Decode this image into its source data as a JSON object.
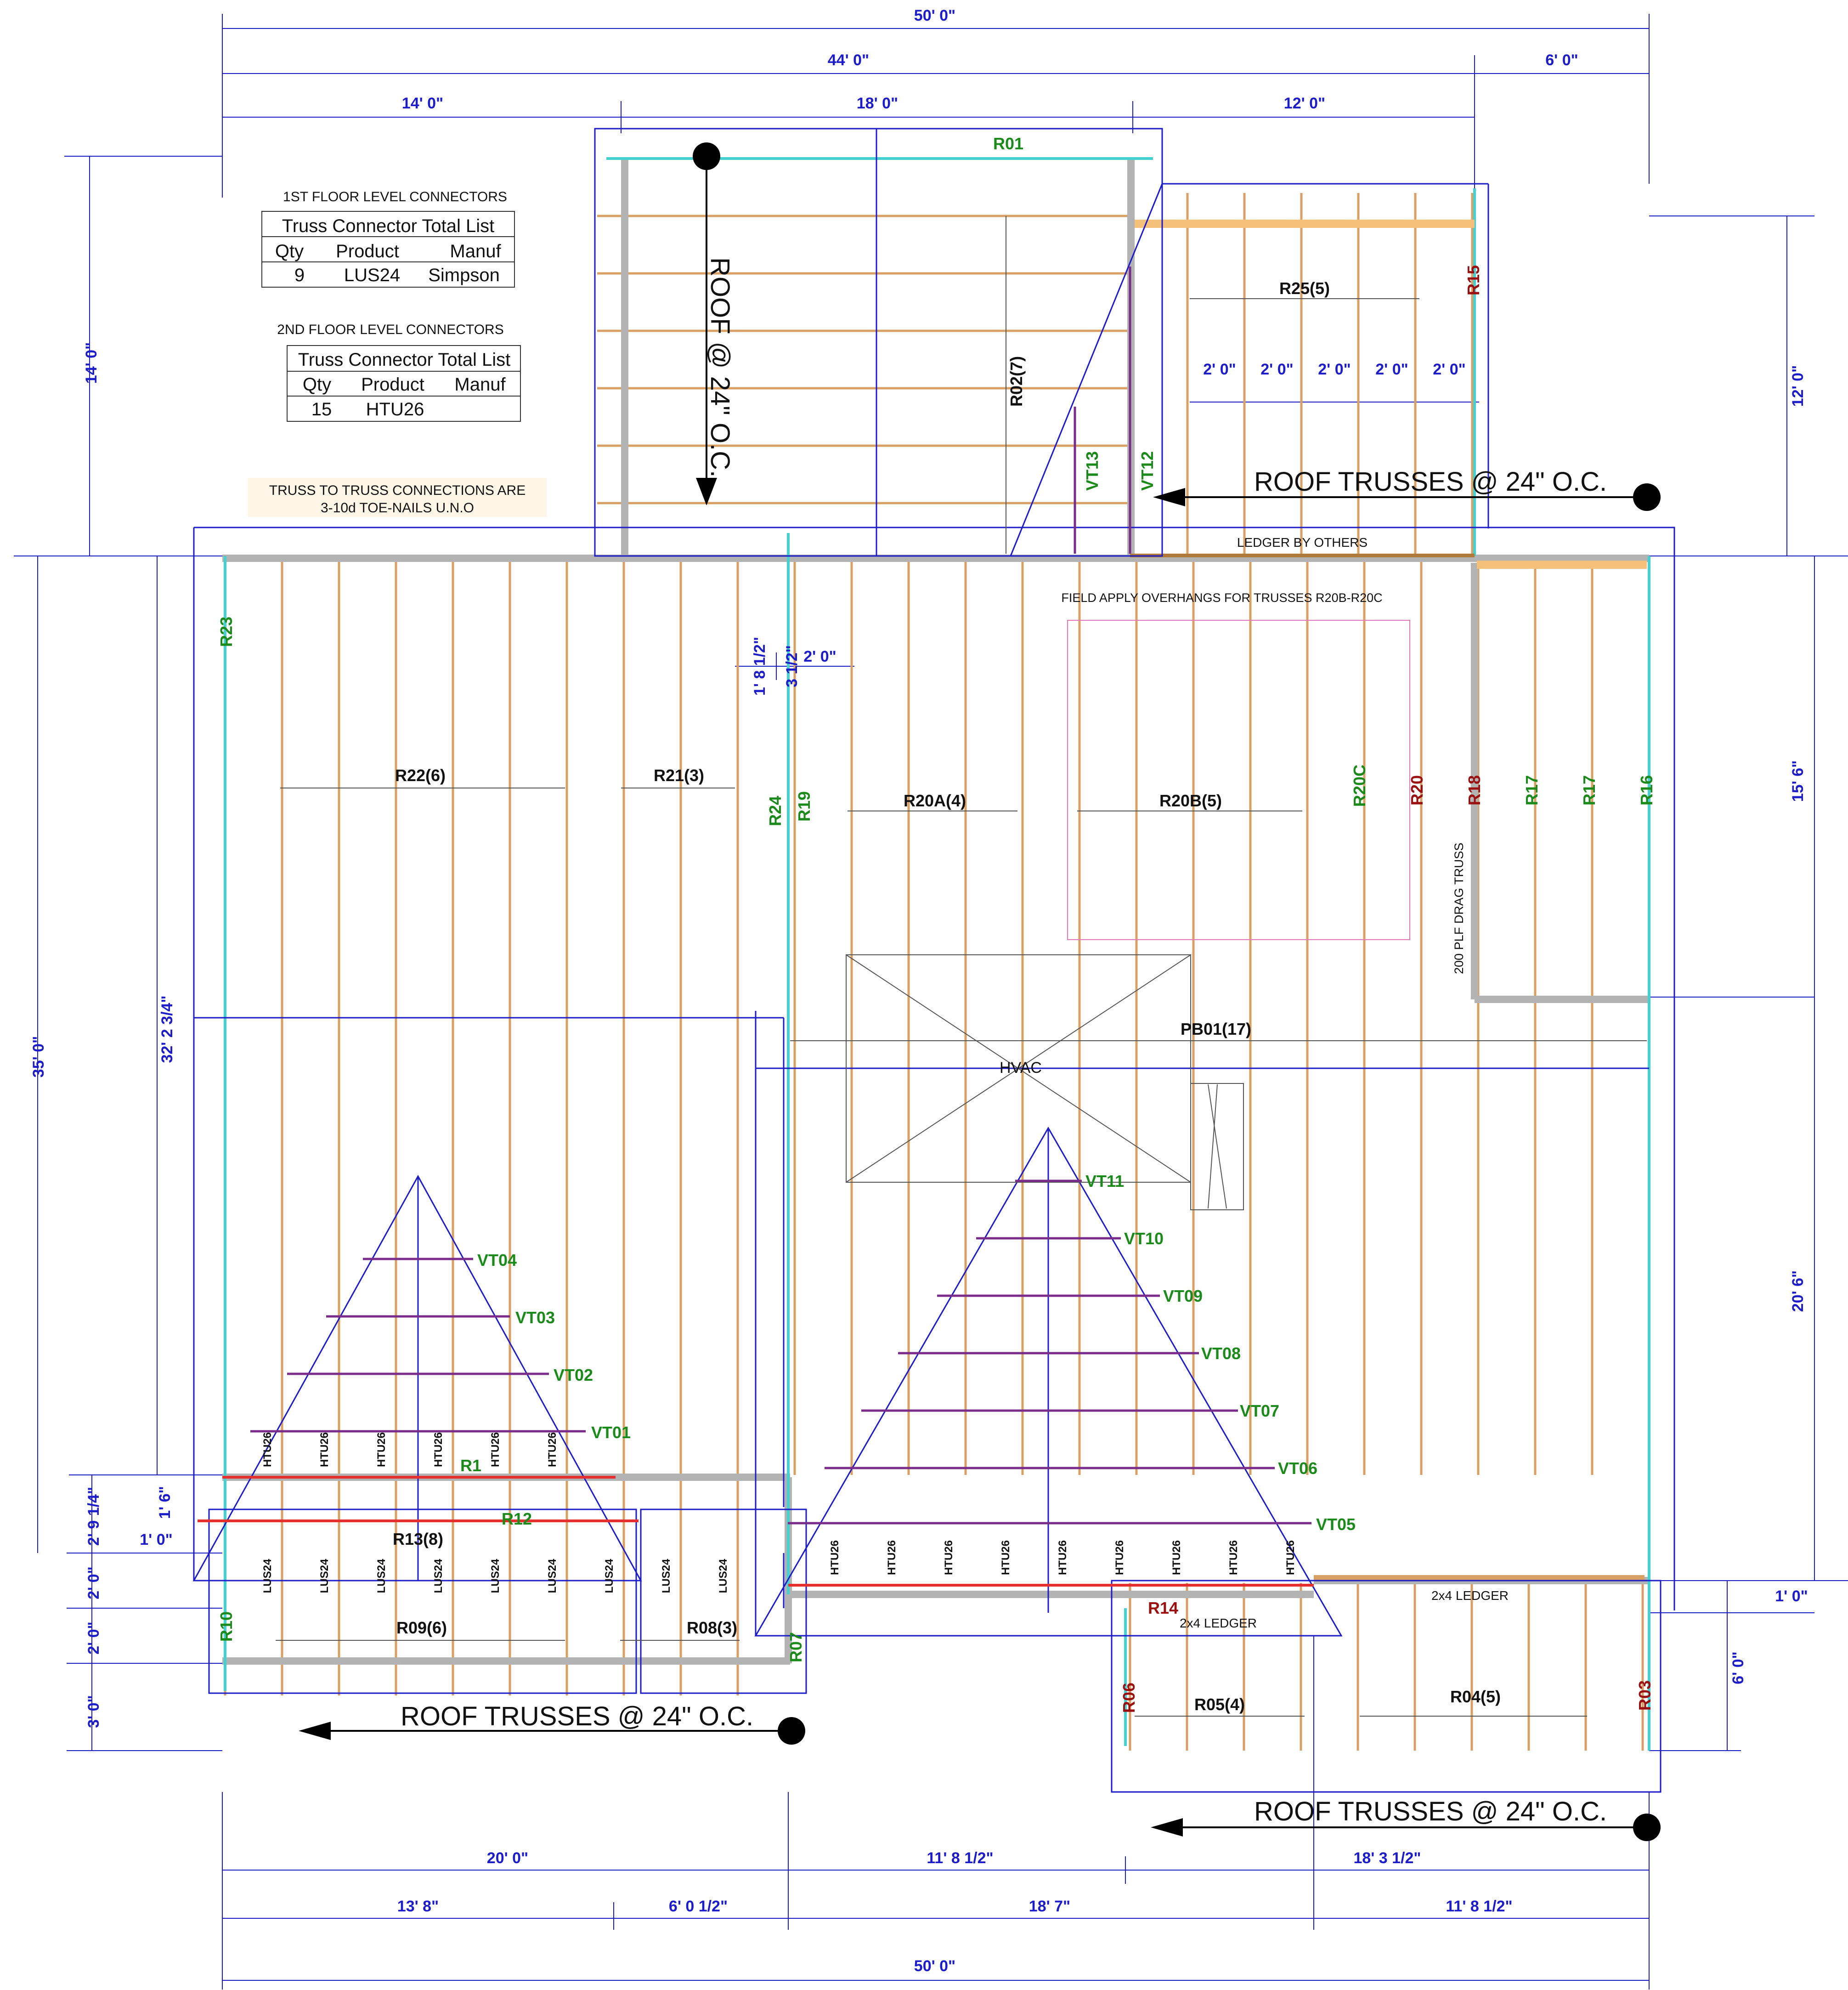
{
  "dimensions": {
    "overall_top": "50' 0\"",
    "top_44": "44' 0\"",
    "top_6": "6' 0\"",
    "top_14": "14' 0\"",
    "top_18": "18' 0\"",
    "top_12": "12' 0\"",
    "left_14": "14' 0\"",
    "left_35": "35' 0\"",
    "left_32": "32' 2 3/4\"",
    "left_2_9": "2' 9 1/4\"",
    "left_1_6": "1' 6\"",
    "left_1_0": "1' 0\"",
    "left_2_0a": "2' 0\"",
    "left_2_0b": "2' 0\"",
    "left_3_0": "3' 0\"",
    "right_12": "12' 0\"",
    "right_15_6": "15' 6\"",
    "right_20_6": "20' 6\"",
    "right_1_0": "1' 0\"",
    "right_6_0": "6' 0\"",
    "bottom_20": "20' 0\"",
    "bottom_11_8a": "11' 8 1/2\"",
    "bottom_18_3": "18' 3 1/2\"",
    "bottom_13_8": "13' 8\"",
    "bottom_6_0": "6' 0 1/2\"",
    "bottom_18_7": "18' 7\"",
    "bottom_11_8b": "11' 8 1/2\"",
    "overall_bottom": "50' 0\"",
    "spacing_2_0": [
      "2' 0\"",
      "2' 0\"",
      "2' 0\"",
      "2' 0\"",
      "2' 0\""
    ],
    "inner_1_8": "1' 8 1/2\"",
    "inner_3_5": "3 1/2\"",
    "inner_2_0": "2' 0\""
  },
  "tables": {
    "first_floor": {
      "heading": "1ST FLOOR LEVEL CONNECTORS",
      "title": "Truss Connector Total List",
      "headers": [
        "Qty",
        "Product",
        "Manuf"
      ],
      "row": [
        "9",
        "LUS24",
        "Simpson"
      ]
    },
    "second_floor": {
      "heading": "2ND FLOOR LEVEL CONNECTORS",
      "title": "Truss Connector Total List",
      "headers": [
        "Qty",
        "Product",
        "Manuf"
      ],
      "row": [
        "15",
        "HTU26",
        ""
      ]
    }
  },
  "notes": {
    "toe_nails_1": "TRUSS TO TRUSS CONNECTIONS ARE",
    "toe_nails_2": "3-10d TOE-NAILS U.N.O",
    "roof_vertical": "ROOF @ 24\" O.C.",
    "roof_trusses": "ROOF TRUSSES @ 24\" O.C.",
    "ledger_by_others": "LEDGER BY OTHERS",
    "field_apply": "FIELD APPLY OVERHANGS FOR TRUSSES R20B-R20C",
    "drag_truss": "200 PLF DRAG TRUSS",
    "hvac": "HVAC",
    "ledger_2x4": "2x4 LEDGER"
  },
  "truss_labels": {
    "R01": "R01",
    "R02": "R02(7)",
    "R25": "R25(5)",
    "R15": "R15",
    "VT13": "VT13",
    "VT12": "VT12",
    "R23": "R23",
    "R22": "R22(6)",
    "R21": "R21(3)",
    "R24": "R24",
    "R19": "R19",
    "R20A": "R20A(4)",
    "R20B": "R20B(5)",
    "R20C": "R20C",
    "R20": "R20",
    "R18": "R18",
    "R17a": "R17",
    "R17b": "R17",
    "R16": "R16",
    "PB01": "PB01(17)",
    "VT11": "VT11",
    "VT10": "VT10",
    "VT09": "VT09",
    "VT08": "VT08",
    "VT07": "VT07",
    "VT06": "VT06",
    "VT05": "VT05",
    "VT04": "VT04",
    "VT03": "VT03",
    "VT02": "VT02",
    "VT01": "VT01",
    "R1": "R1",
    "R12": "R12",
    "R13": "R13(8)",
    "R10": "R10",
    "R09": "R09(6)",
    "R08": "R08(3)",
    "R07": "R07",
    "R14": "R14",
    "R06": "R06",
    "R05": "R05(4)",
    "R04": "R04(5)",
    "R03": "R03"
  },
  "connectors": {
    "htu_left": [
      "HTU26",
      "HTU26",
      "HTU26",
      "HTU26",
      "HTU26",
      "HTU26"
    ],
    "lus_left": [
      "LUS24",
      "LUS24",
      "LUS24",
      "LUS24",
      "LUS24",
      "LUS24",
      "LUS24",
      "LUS24",
      "LUS24"
    ],
    "htu_right": [
      "HTU26",
      "HTU26",
      "HTU26",
      "HTU26",
      "HTU26",
      "HTU26",
      "HTU26",
      "HTU26",
      "HTU26"
    ]
  },
  "colors": {
    "dimension": "#1c1cc8",
    "wall": "#b3b3b3",
    "truss": "#d9a066",
    "plate": "#44d1d1",
    "valley": "#7a2c8a",
    "girder": "#e63030",
    "label_green": "#1b8a1b",
    "label_red": "#9a1010"
  }
}
